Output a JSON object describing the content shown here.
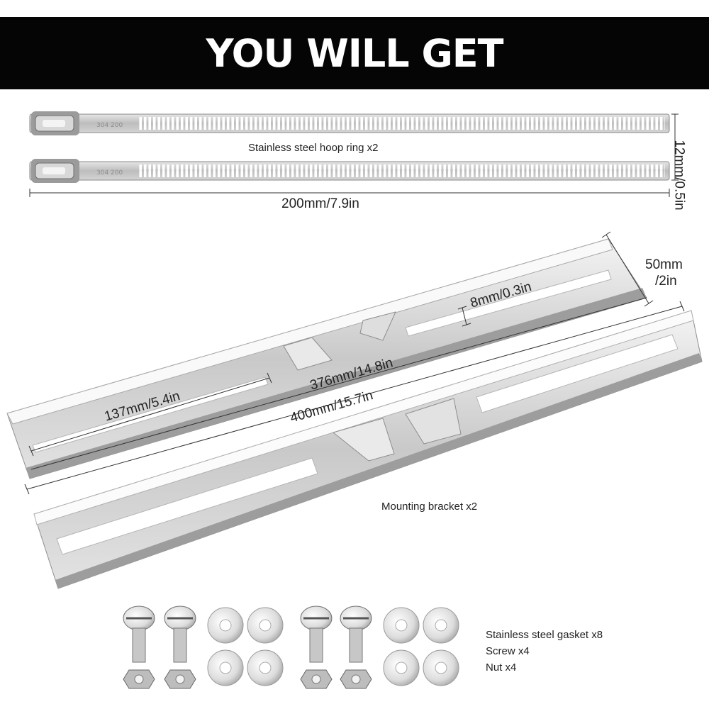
{
  "header": {
    "title": "YOU WILL GET"
  },
  "hoop_ring": {
    "caption": "Stainless steel hoop ring x2",
    "length_label": "200mm/7.9in",
    "width_label": "12mm/0.5in"
  },
  "bracket": {
    "caption": "Mounting bracket x2",
    "width_label_1": "50mm",
    "width_label_2": "/2in",
    "slot_width_label": "8mm/0.3in",
    "inner_length_label": "376mm/14.8in",
    "slot_length_label": "137mm/5.4in",
    "total_length_label": "400mm/15.7in"
  },
  "hardware": {
    "items": [
      "Stainless steel gasket x8",
      "Screw x4",
      "Nut x4"
    ]
  }
}
